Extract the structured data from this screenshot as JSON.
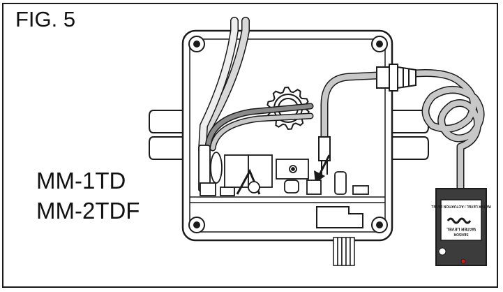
{
  "figure": {
    "label": "FIG. 5"
  },
  "models": [
    "MM-1TD",
    "MM-2TDF"
  ],
  "sensor": {
    "title": "WATER LEVEL",
    "subtitle": "SENSOR",
    "caption": "WATER LEVEL\nACTUATION LEVEL"
  },
  "colors": {
    "line": "#1a1a1a",
    "tube": "#c8c8c8",
    "tube_dark": "#8a8a8a",
    "housing_bg": "#f4f4f4",
    "sensor_body": "#3c3c3c",
    "indicator": "#d91a1a"
  }
}
